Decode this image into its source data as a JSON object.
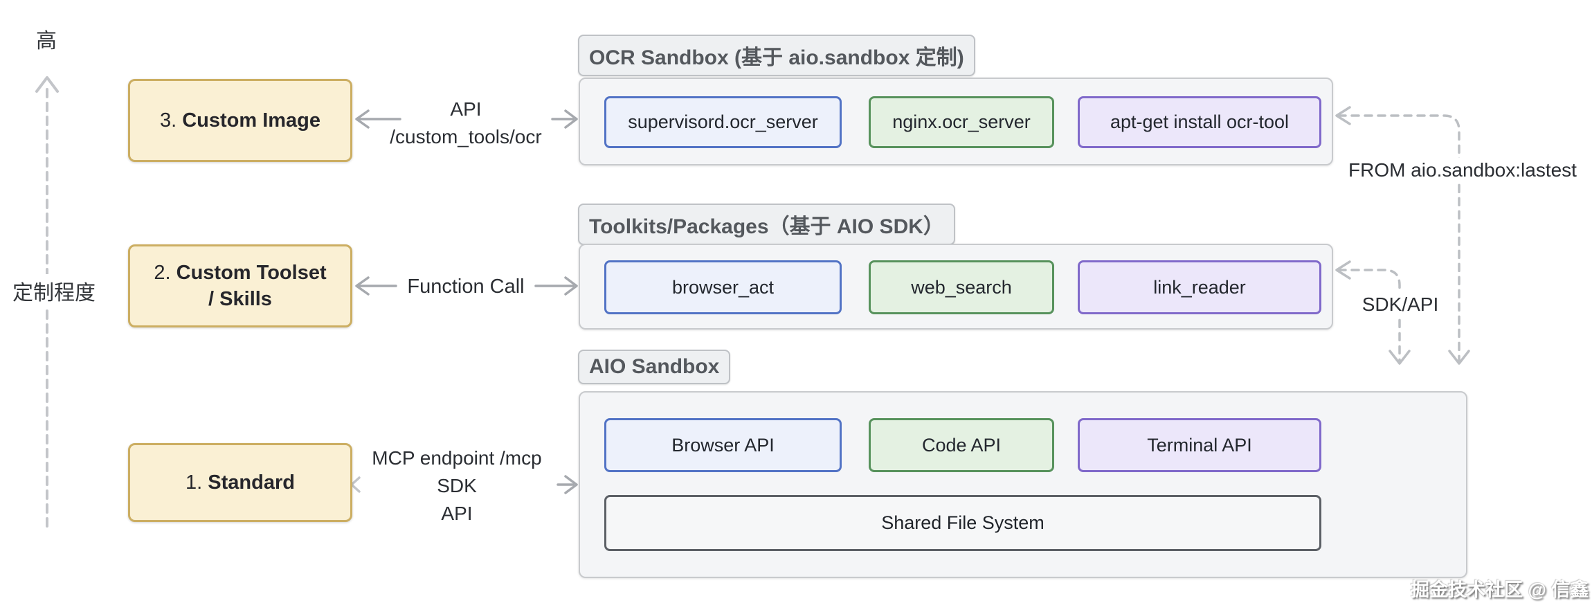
{
  "axis": {
    "top_label": "高",
    "side_label": "定制程度"
  },
  "levels": [
    {
      "prefix": "3. ",
      "title": "Custom Image",
      "title_line2": "",
      "connector": {
        "lines": [
          "API",
          "/custom_tools/ocr"
        ]
      }
    },
    {
      "prefix": "2. ",
      "title": "Custom Toolset",
      "title_line2": "/ Skills",
      "connector": {
        "lines": [
          "Function Call"
        ]
      }
    },
    {
      "prefix": "1. ",
      "title": "Standard",
      "title_line2": "",
      "connector": {
        "lines": [
          "MCP endpoint /mcp",
          "SDK",
          "API"
        ]
      }
    }
  ],
  "groups": [
    {
      "header": "OCR Sandbox (基于 aio.sandbox 定制)",
      "boxes": [
        {
          "label": "supervisord.ocr_server",
          "color": "blue"
        },
        {
          "label": "nginx.ocr_server",
          "color": "green"
        },
        {
          "label": "apt-get install ocr-tool",
          "color": "purple"
        }
      ]
    },
    {
      "header": "Toolkits/Packages（基于 AIO SDK）",
      "boxes": [
        {
          "label": "browser_act",
          "color": "blue"
        },
        {
          "label": "web_search",
          "color": "green"
        },
        {
          "label": "link_reader",
          "color": "purple"
        }
      ]
    },
    {
      "header": "AIO Sandbox",
      "boxes": [
        {
          "label": "Browser API",
          "color": "blue"
        },
        {
          "label": "Code API",
          "color": "green"
        },
        {
          "label": "Terminal API",
          "color": "purple"
        }
      ],
      "wide_box": {
        "label": "Shared File System",
        "color": "gray"
      }
    }
  ],
  "dashed_connectors": [
    {
      "label": "FROM aio.sandbox:lastest"
    },
    {
      "label": "SDK/API"
    }
  ],
  "watermark": "掘金技术社区 @ 信鑫",
  "colors": {
    "level_fill": "#faf0d4",
    "level_border": "#ccae62",
    "blue_fill": "#edf1fb",
    "blue_border": "#5273c5",
    "green_fill": "#e4f1e2",
    "green_border": "#57925c",
    "purple_fill": "#ece7fa",
    "purple_border": "#8069ca",
    "container_fill": "#f4f5f7",
    "container_border": "#c8cacd",
    "shared_fs_border": "#5c6066",
    "solid_arrow": "#a6a9ae",
    "dashed_arrow": "#bcbfc3"
  }
}
